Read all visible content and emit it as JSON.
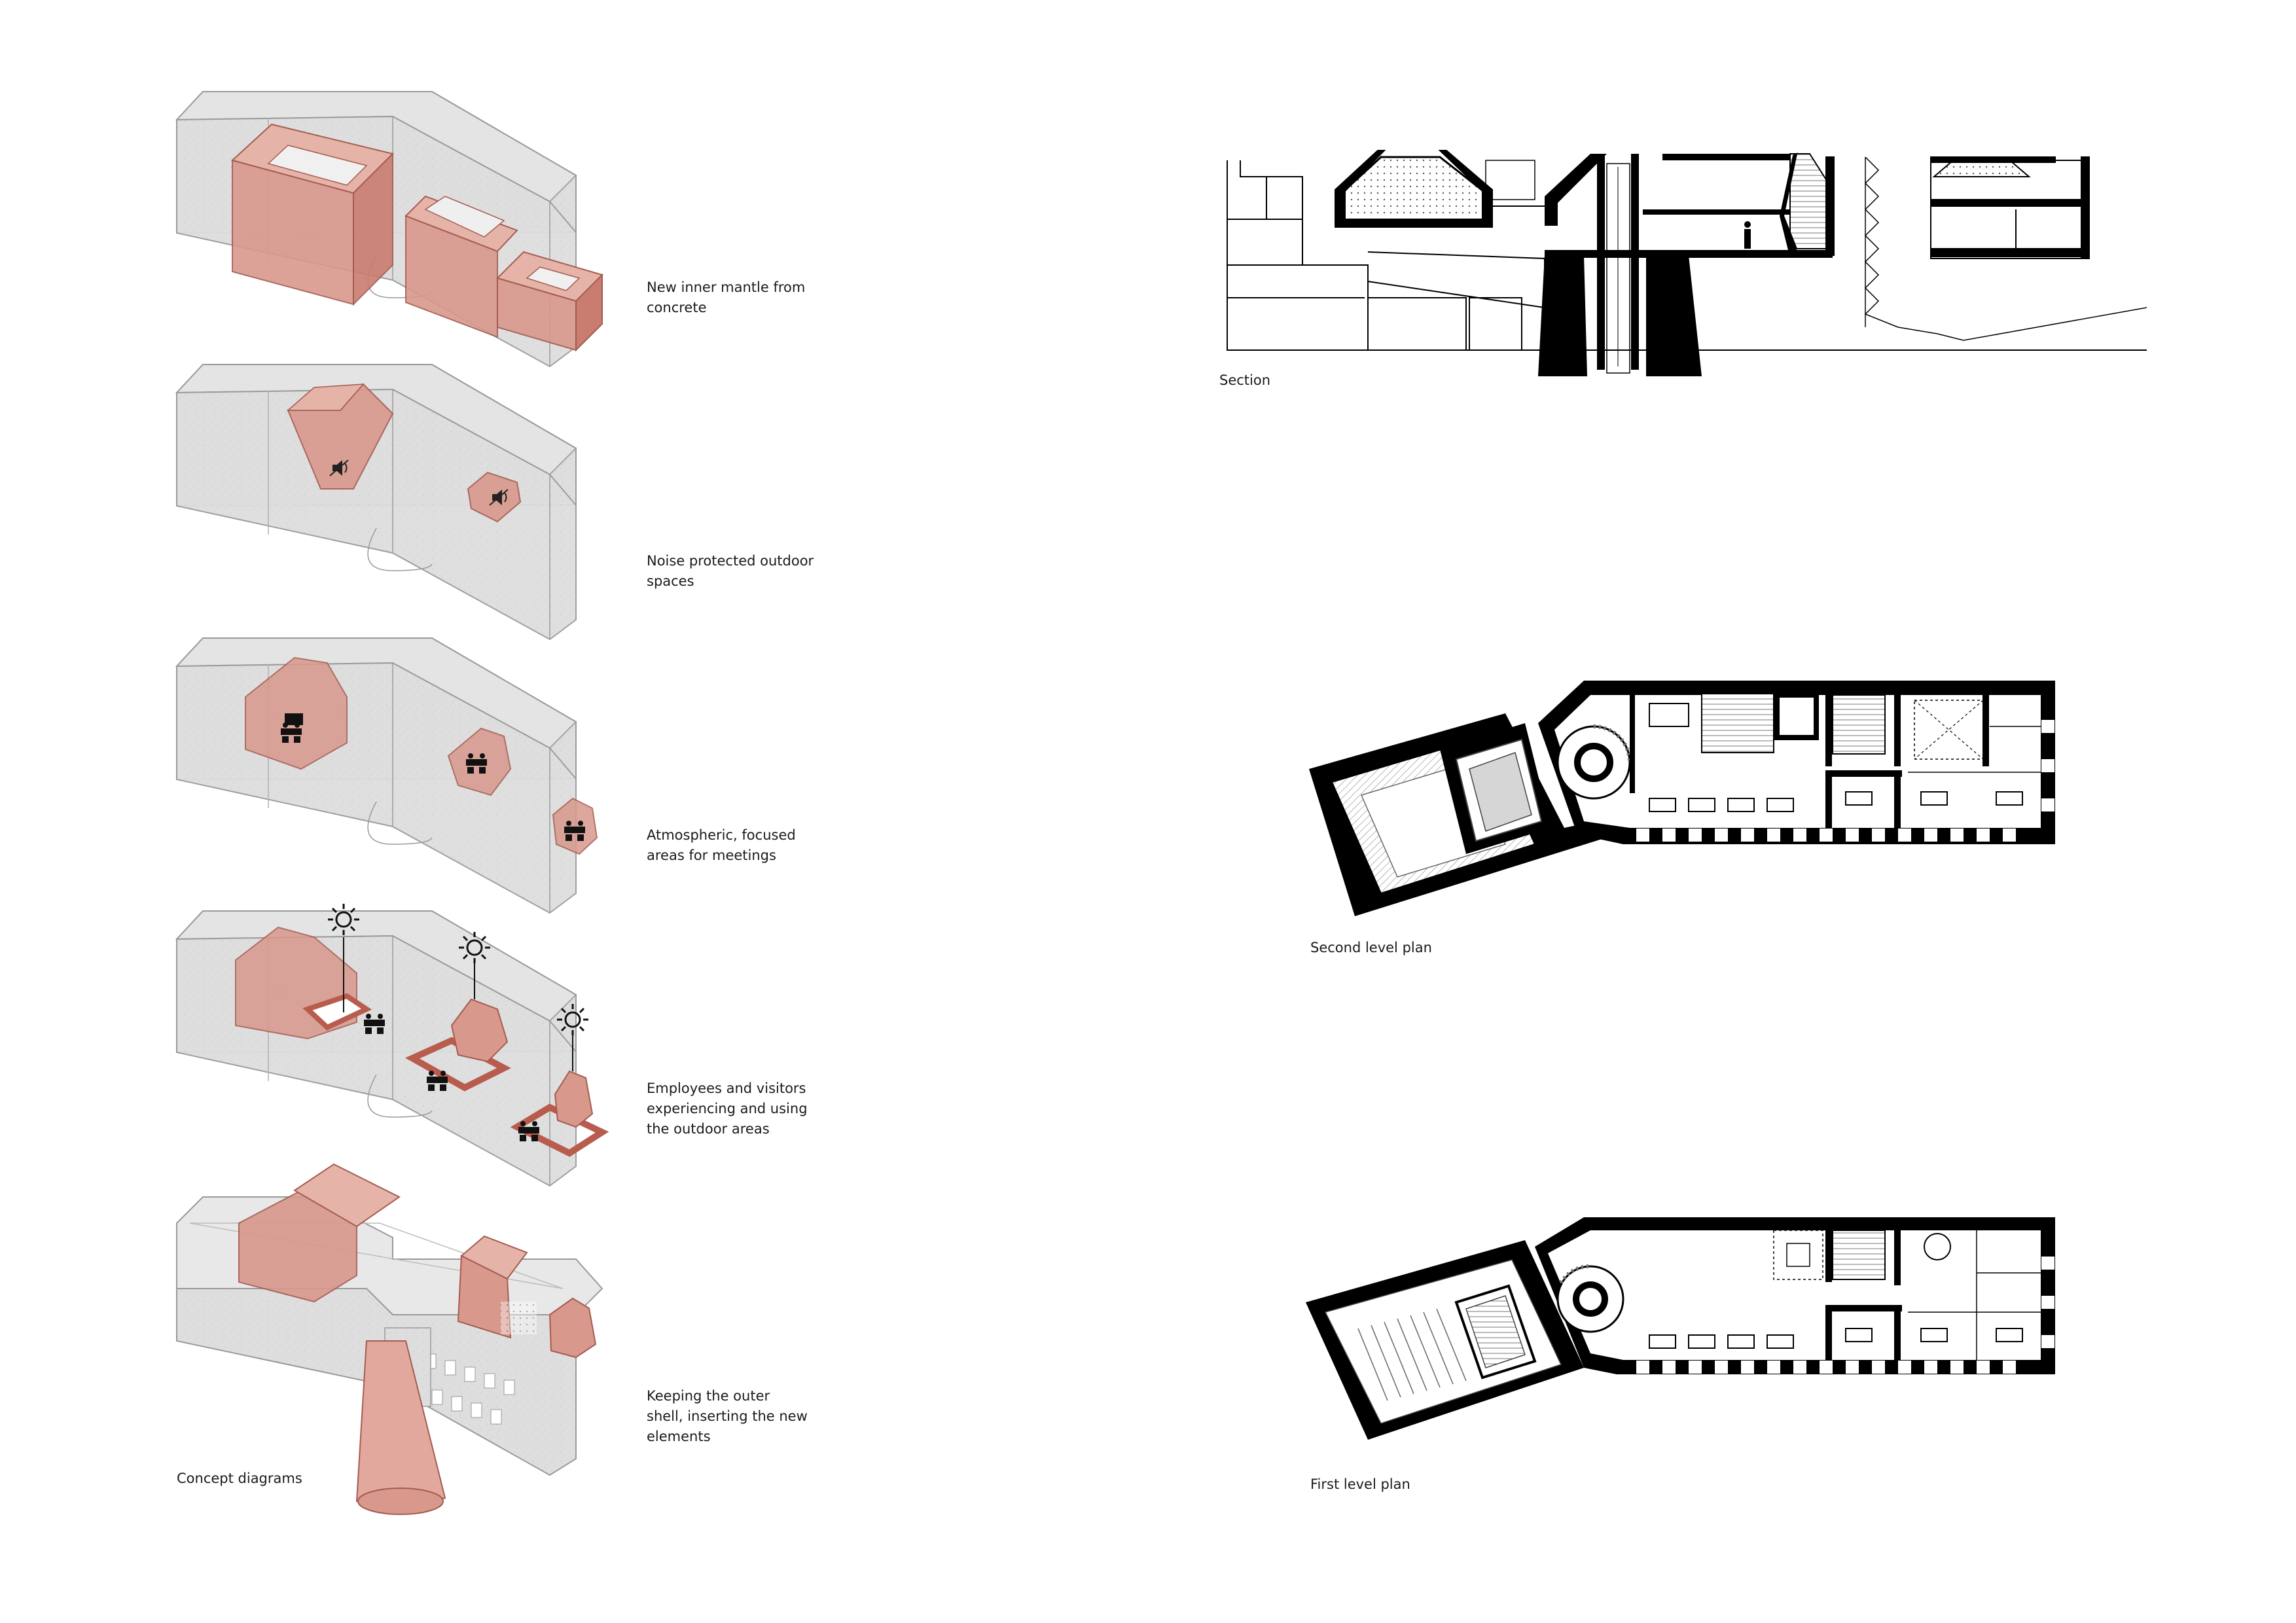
{
  "concept": {
    "caption": "Concept diagrams",
    "diagrams": [
      {
        "label": "New inner mantle from\nconcrete"
      },
      {
        "label": "Noise protected outdoor\nspaces"
      },
      {
        "label": "Atmospheric, focused\nareas for meetings"
      },
      {
        "label": "Employees and visitors\nexperiencing and using\nthe outdoor areas"
      },
      {
        "label": "Keeping the outer\nshell, inserting the new\nelements"
      }
    ]
  },
  "section": {
    "caption": "Section"
  },
  "plans": [
    {
      "caption": "Second level plan"
    },
    {
      "caption": "First level plan"
    }
  ],
  "colors": {
    "mass": "#dcdcdc",
    "mass_edge": "#9a9a9a",
    "insert": "#e2a89e",
    "insert_dark": "#c97c70",
    "wall": "#000000"
  }
}
